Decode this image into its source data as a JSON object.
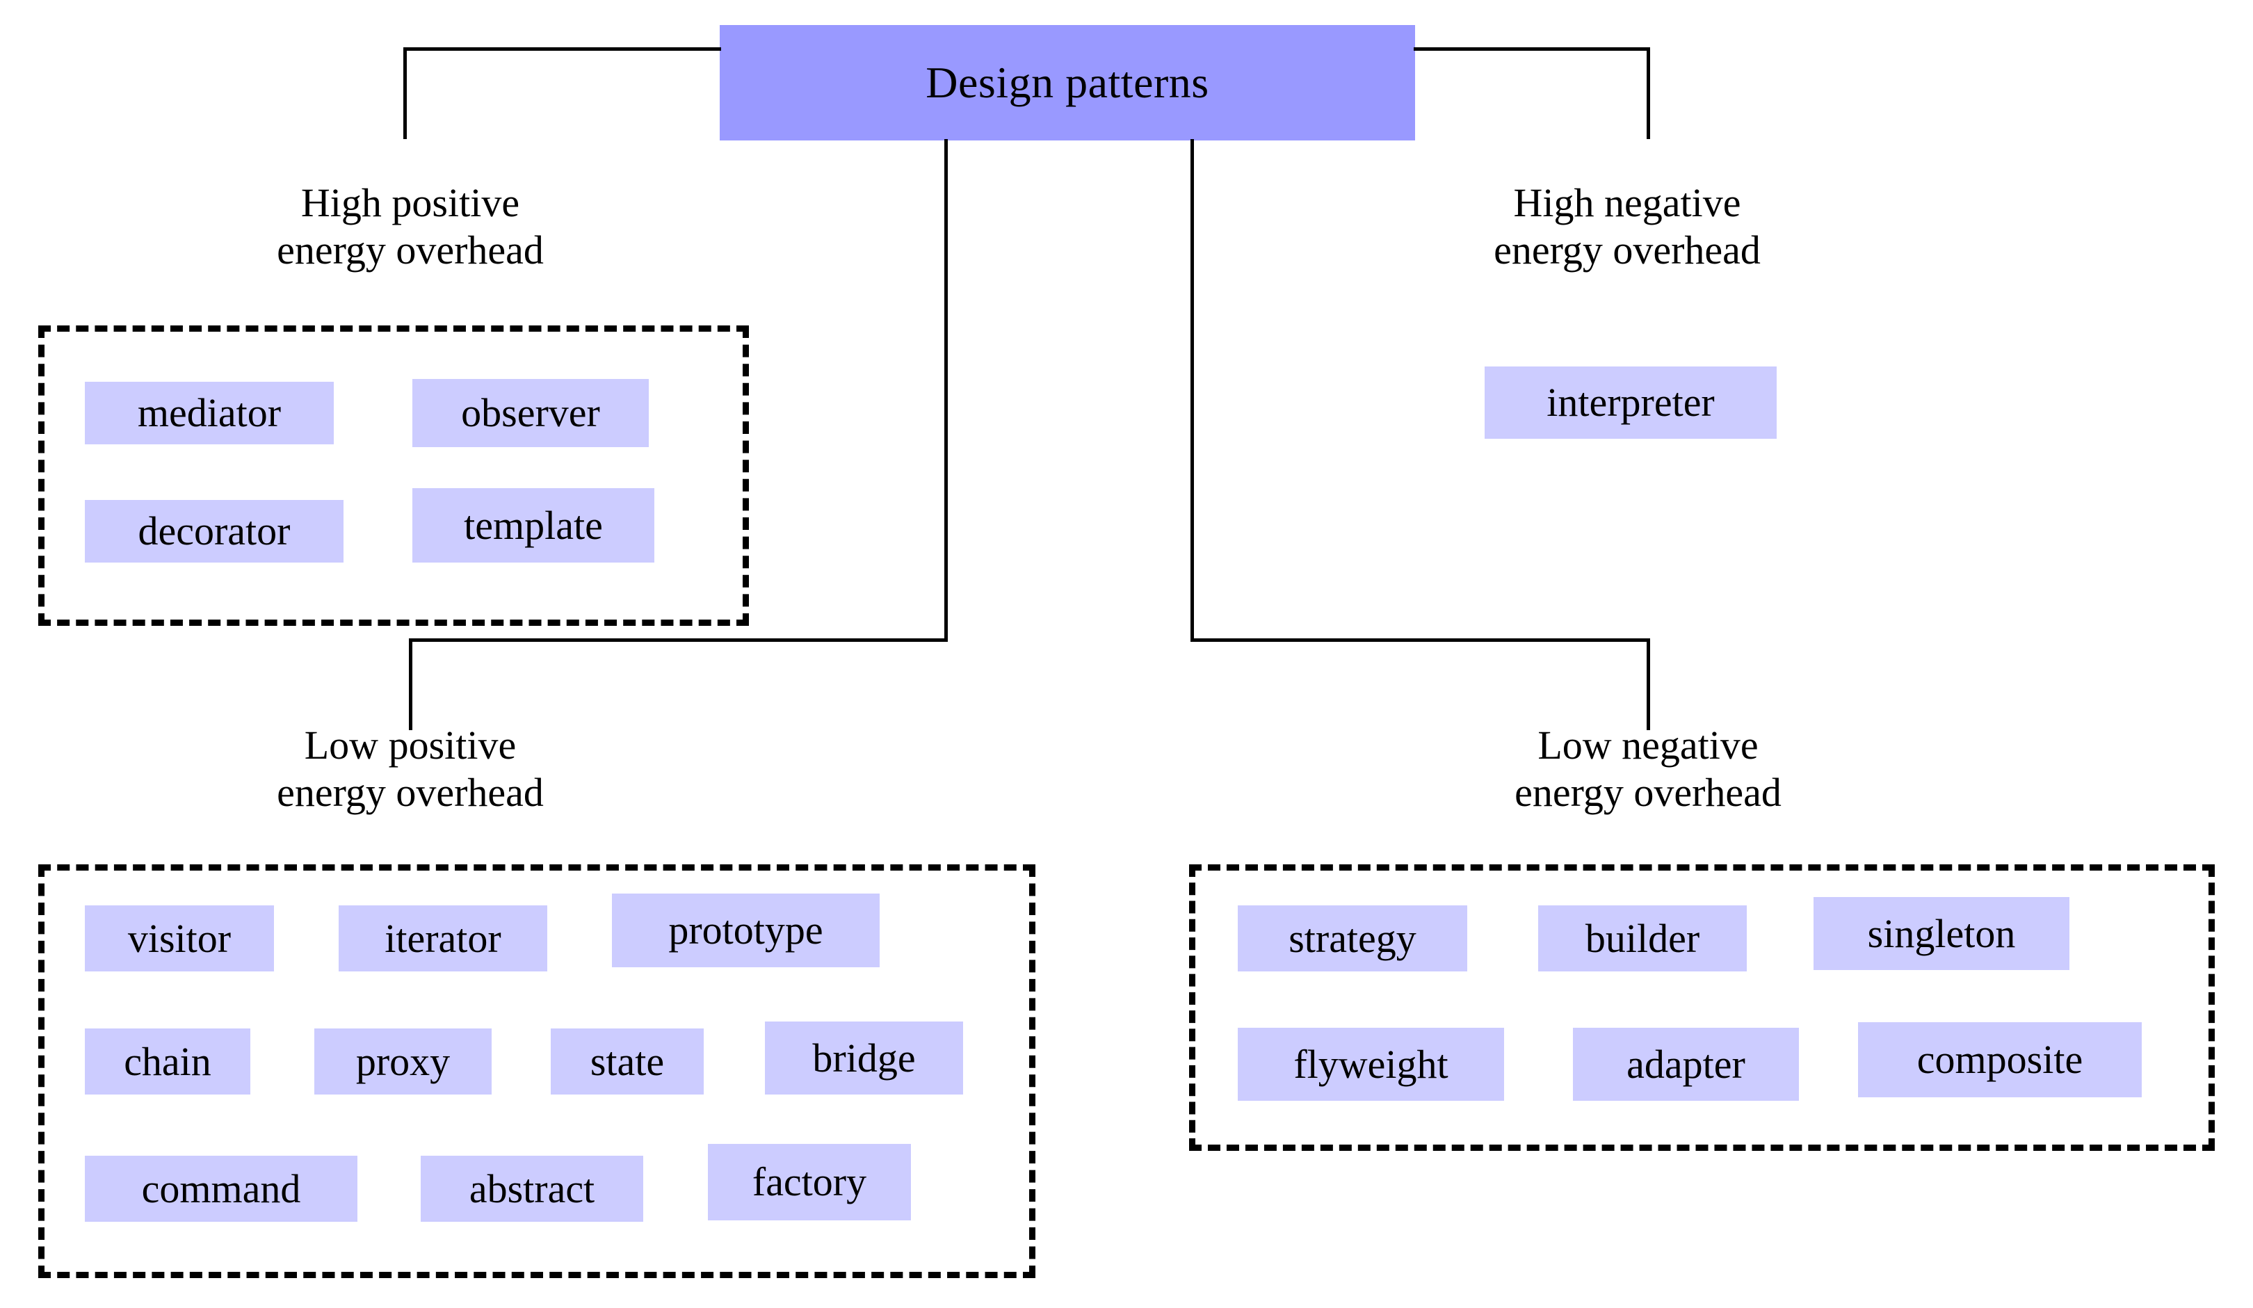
{
  "diagram": {
    "root": {
      "label": "Design patterns",
      "fill": "#9999ff"
    },
    "colors": {
      "root_fill": "#9999ff",
      "chip_fill": "#ccccff",
      "line": "#000000",
      "background": "#ffffff",
      "text": "#000000"
    },
    "groups": [
      {
        "id": "high-positive",
        "title": "High positive\nenergy overhead",
        "bordered": true,
        "patterns": [
          "mediator",
          "observer",
          "decorator",
          "template"
        ]
      },
      {
        "id": "high-negative",
        "title": "High negative\nenergy overhead",
        "bordered": false,
        "patterns": [
          "interpreter"
        ]
      },
      {
        "id": "low-positive",
        "title": "Low positive\nenergy overhead",
        "bordered": true,
        "patterns": [
          "visitor",
          "iterator",
          "prototype",
          "chain",
          "proxy",
          "state",
          "bridge",
          "command",
          "abstract",
          "factory"
        ]
      },
      {
        "id": "low-negative",
        "title": "Low negative\nenergy overhead",
        "bordered": true,
        "patterns": [
          "strategy",
          "builder",
          "singleton",
          "flyweight",
          "adapter",
          "composite"
        ]
      }
    ]
  }
}
